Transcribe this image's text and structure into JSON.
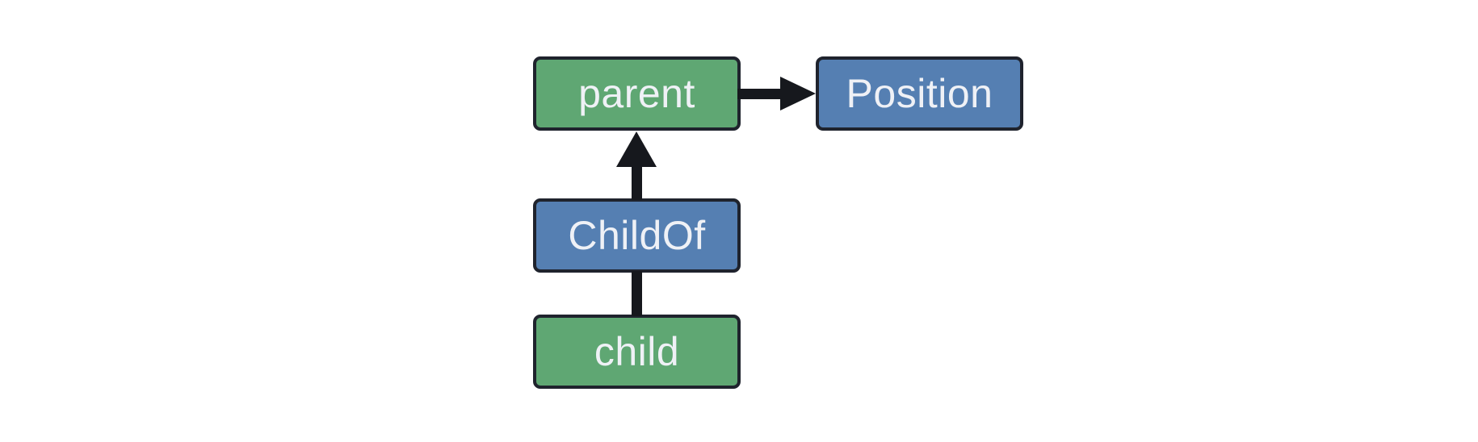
{
  "diagram": {
    "colors": {
      "page_bg": "#FFFFFF",
      "entity_fill": "#5FA773",
      "component_fill": "#557FB2",
      "node_border": "#1F232D",
      "arrow": "#16181D",
      "label_text": "#EFF1F6"
    },
    "nodes": [
      {
        "id": "parent",
        "label": "parent",
        "type": "entity",
        "fill": "#5FA773"
      },
      {
        "id": "Position",
        "label": "Position",
        "type": "component",
        "fill": "#557FB2"
      },
      {
        "id": "ChildOf",
        "label": "ChildOf",
        "type": "relationship",
        "fill": "#557FB2"
      },
      {
        "id": "child",
        "label": "child",
        "type": "entity",
        "fill": "#5FA773"
      }
    ],
    "edges": [
      {
        "from": "parent",
        "to": "Position",
        "style": "arrow",
        "direction": "right"
      },
      {
        "from": "ChildOf",
        "to": "parent",
        "style": "arrow",
        "direction": "up"
      },
      {
        "from": "child",
        "to": "ChildOf",
        "style": "line",
        "direction": "up"
      }
    ]
  }
}
